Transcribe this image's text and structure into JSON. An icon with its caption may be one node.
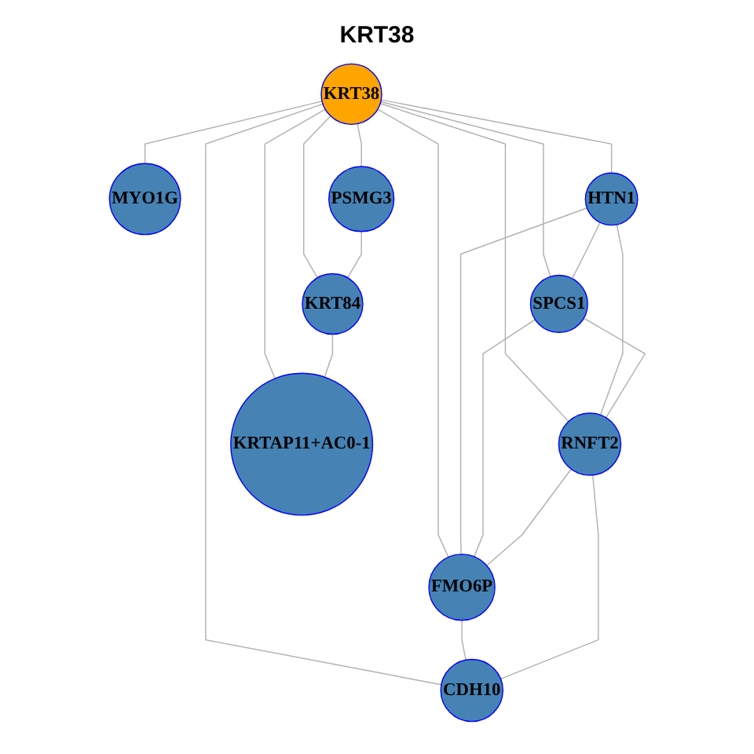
{
  "diagram": {
    "title": "KRT38",
    "nodes": [
      {
        "text": [
          "KRT38"
        ]
      },
      {
        "text": [
          "MYO1G"
        ]
      },
      {
        "text": [
          "HTN1"
        ]
      },
      {
        "text": [
          "SPCS1"
        ]
      },
      {
        "text": [
          "PSMG3"
        ]
      },
      {
        "text": [
          "FMO6P"
        ]
      },
      {
        "text": [
          "RNFT2"
        ]
      },
      {
        "text": [
          "KRT84"
        ]
      },
      {
        "text": [
          "CDH10"
        ]
      },
      {
        "text": [
          "KRTAP11+AC0-1"
        ]
      }
    ],
    "edges": [
      {
        "from": 0,
        "to": 1,
        "arrow": "none"
      },
      {
        "from": 0,
        "to": 2,
        "arrow": "none"
      },
      {
        "from": 0,
        "to": 3,
        "arrow": "none"
      },
      {
        "from": 0,
        "to": 4,
        "arrow": "none"
      },
      {
        "from": 0,
        "to": 5,
        "arrow": "none"
      },
      {
        "from": 0,
        "to": 6,
        "arrow": "none"
      },
      {
        "from": 0,
        "to": 7,
        "arrow": "none"
      },
      {
        "from": 0,
        "to": 8,
        "arrow": "none"
      },
      {
        "from": 0,
        "to": 9,
        "arrow": "none"
      },
      {
        "from": 2,
        "to": 3,
        "arrow": "none"
      },
      {
        "from": 2,
        "to": 6,
        "arrow": "none"
      },
      {
        "from": 2,
        "to": 5,
        "arrow": "none"
      },
      {
        "from": 3,
        "to": 5,
        "arrow": "none"
      },
      {
        "from": 3,
        "to": 6,
        "arrow": "none"
      },
      {
        "from": 6,
        "to": 5,
        "arrow": "none"
      },
      {
        "from": 5,
        "to": 8,
        "arrow": "none"
      },
      {
        "from": 6,
        "to": 8,
        "arrow": "none"
      },
      {
        "from": 4,
        "to": 7,
        "arrow": "none"
      },
      {
        "from": 7,
        "to": 9,
        "arrow": "none"
      }
    ]
  }
}
